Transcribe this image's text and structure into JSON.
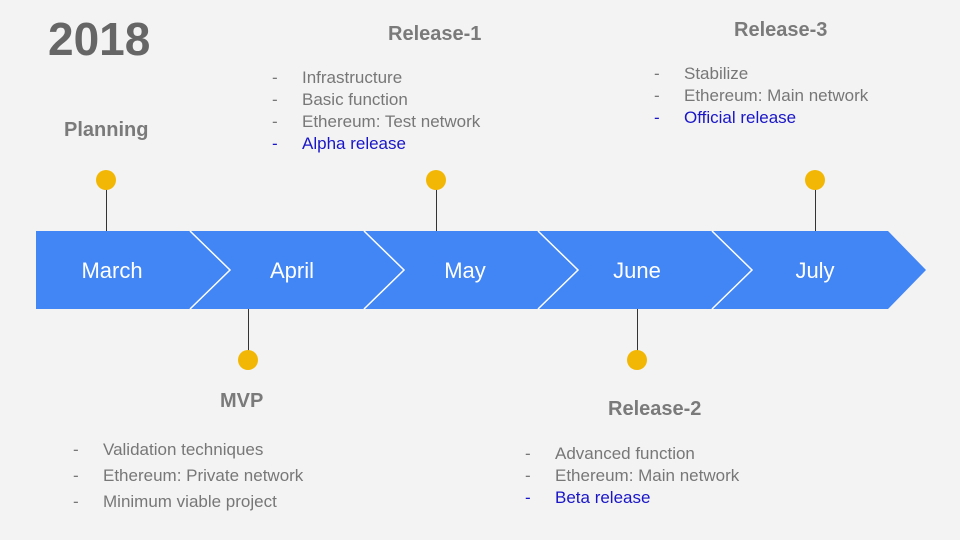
{
  "year": "2018",
  "months": [
    "March",
    "April",
    "May",
    "June",
    "July"
  ],
  "milestones": {
    "planning": {
      "title": "Planning"
    },
    "mvp": {
      "title": "MVP",
      "items": [
        {
          "dash": "-",
          "text": "Validation techniques"
        },
        {
          "dash": "-",
          "text": "Ethereum: Private network"
        },
        {
          "dash": "-",
          "text": "Minimum viable project"
        }
      ]
    },
    "release1": {
      "title": "Release-1",
      "items": [
        {
          "dash": "-",
          "text": "Infrastructure"
        },
        {
          "dash": "-",
          "text": "Basic function"
        },
        {
          "dash": "-",
          "text": "Ethereum: Test network"
        },
        {
          "dash": "-",
          "text": "Alpha release"
        }
      ]
    },
    "release2": {
      "title": "Release-2",
      "items": [
        {
          "dash": "-",
          "text": "Advanced function"
        },
        {
          "dash": "-",
          "text": "Ethereum: Main network"
        },
        {
          "dash": "-",
          "text": "Beta release"
        }
      ]
    },
    "release3": {
      "title": "Release-3",
      "items": [
        {
          "dash": "-",
          "text": "Stabilize"
        },
        {
          "dash": "-",
          "text": "Ethereum: Main network"
        },
        {
          "dash": "-",
          "text": "Official release"
        }
      ]
    }
  },
  "colors": {
    "arrow": "#4285f4",
    "pin": "#f2b705",
    "highlight": "#1a16c8",
    "heading": "#7a7a7a",
    "text": "#777777"
  }
}
